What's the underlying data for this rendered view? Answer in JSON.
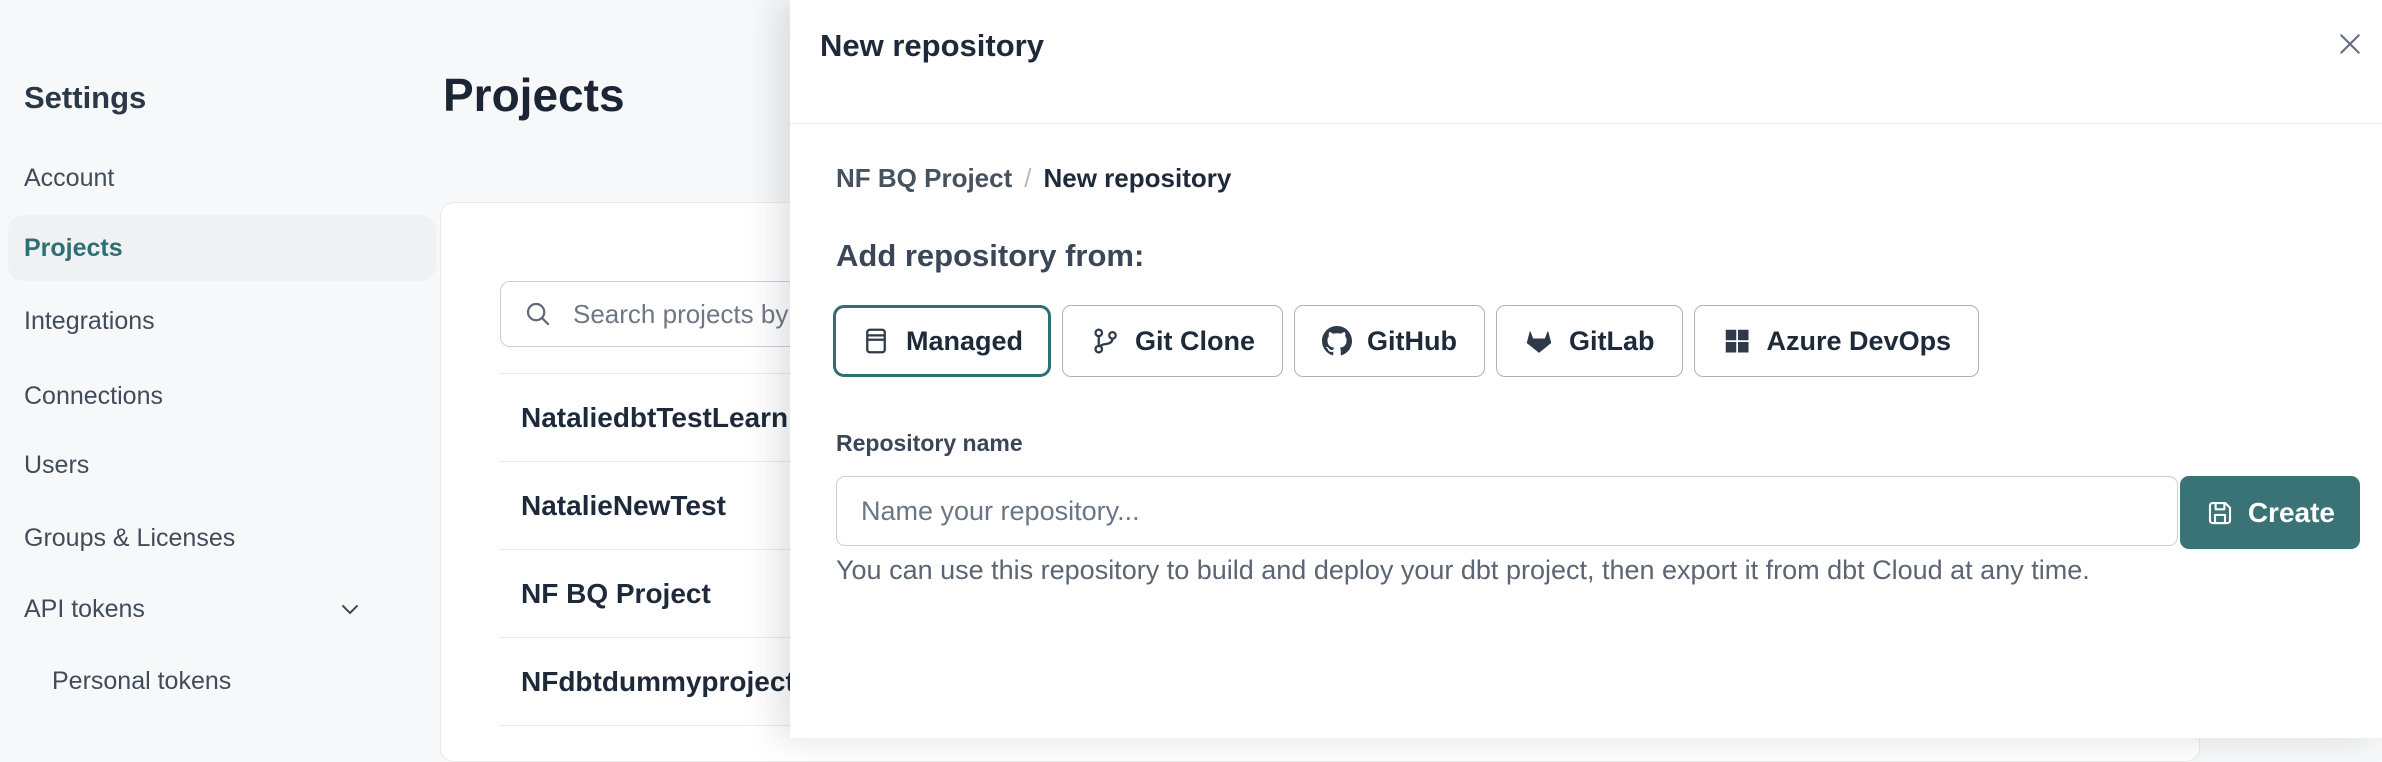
{
  "sidebar": {
    "title": "Settings",
    "items": [
      {
        "label": "Account"
      },
      {
        "label": "Projects",
        "active": true
      },
      {
        "label": "Integrations"
      },
      {
        "label": "Connections"
      },
      {
        "label": "Users"
      },
      {
        "label": "Groups & Licenses"
      },
      {
        "label": "API tokens",
        "chevron": "chevron-down-icon"
      },
      {
        "label": "Personal tokens",
        "indented": true
      }
    ]
  },
  "main": {
    "title": "Projects",
    "search": {
      "placeholder": "Search projects by name",
      "value": "",
      "icon": "search-icon"
    },
    "projects": [
      {
        "name": "NataliedbtTestLearn T"
      },
      {
        "name": "NatalieNewTest"
      },
      {
        "name": "NF BQ Project"
      },
      {
        "name": "NFdbtdummyproject"
      }
    ]
  },
  "modal": {
    "title": "New repository",
    "close_icon": "close-icon",
    "breadcrumb": {
      "parent": "NF BQ Project",
      "separator": "/",
      "current": "New repository"
    },
    "section_heading": "Add repository from:",
    "source_options": [
      {
        "label": "Managed",
        "icon": "managed-repo-icon",
        "selected": true
      },
      {
        "label": "Git Clone",
        "icon": "git-branch-icon",
        "selected": false
      },
      {
        "label": "GitHub",
        "icon": "github-icon",
        "selected": false
      },
      {
        "label": "GitLab",
        "icon": "gitlab-icon",
        "selected": false
      },
      {
        "label": "Azure DevOps",
        "icon": "azure-devops-icon",
        "selected": false
      }
    ],
    "repo_name": {
      "label": "Repository name",
      "placeholder": "Name your repository...",
      "value": ""
    },
    "create_button": {
      "label": "Create",
      "icon": "save-icon"
    },
    "help_text": "You can use this repository to build and deploy your dbt project, then export it from dbt Cloud at any time."
  },
  "colors": {
    "accent_teal": "#2f6f73",
    "create_button_bg": "#3a7376",
    "dark_navy": "#1e2a3a",
    "page_bg": "#f7f8f9"
  }
}
